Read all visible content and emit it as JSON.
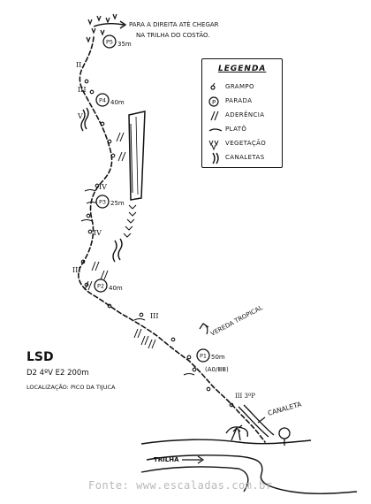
{
  "route": {
    "name": "LSD",
    "grade": "D2 4ºV E2 200m",
    "location": "LOCALIZAÇÃO: PICO DA TIJUCA"
  },
  "legend": {
    "title": "LEGENDA",
    "items": [
      {
        "icon": "bolt-icon",
        "label": "GRAMPO"
      },
      {
        "icon": "belay-station-icon",
        "label": "PARADA"
      },
      {
        "icon": "friction-icon",
        "label": "ADERÊNCIA"
      },
      {
        "icon": "plateau-icon",
        "label": "PLATÔ"
      },
      {
        "icon": "vegetation-icon",
        "label": "VEGETAÇÃO"
      },
      {
        "icon": "channel-icon",
        "label": "CANALETAS"
      }
    ]
  },
  "annotations": {
    "top_note_line1": "PARA A DIREITA ATÉ CHEGAR",
    "top_note_line2": "NA TRILHA DO COSTÃO.",
    "vereda": "VEREDA TROPICAL",
    "canaleta": "CANALETA",
    "trilha": "TRILHA",
    "aid_grade": "(A0/ⅢⅢ)"
  },
  "stations": [
    {
      "label": "P5",
      "length": "35m"
    },
    {
      "label": "P4",
      "length": "40m"
    },
    {
      "label": "P3",
      "length": "25m"
    },
    {
      "label": "P2",
      "length": "40m"
    },
    {
      "label": "P1",
      "length": "50m"
    }
  ],
  "pitch_grades": {
    "g1": "II",
    "g2": "III",
    "g3": "V",
    "g4": "IV",
    "g5": "IV",
    "g6": "III",
    "g7": "III",
    "g8": "III 3ºP"
  },
  "source": {
    "text": "Fonte: www.escaladas.com.br"
  }
}
